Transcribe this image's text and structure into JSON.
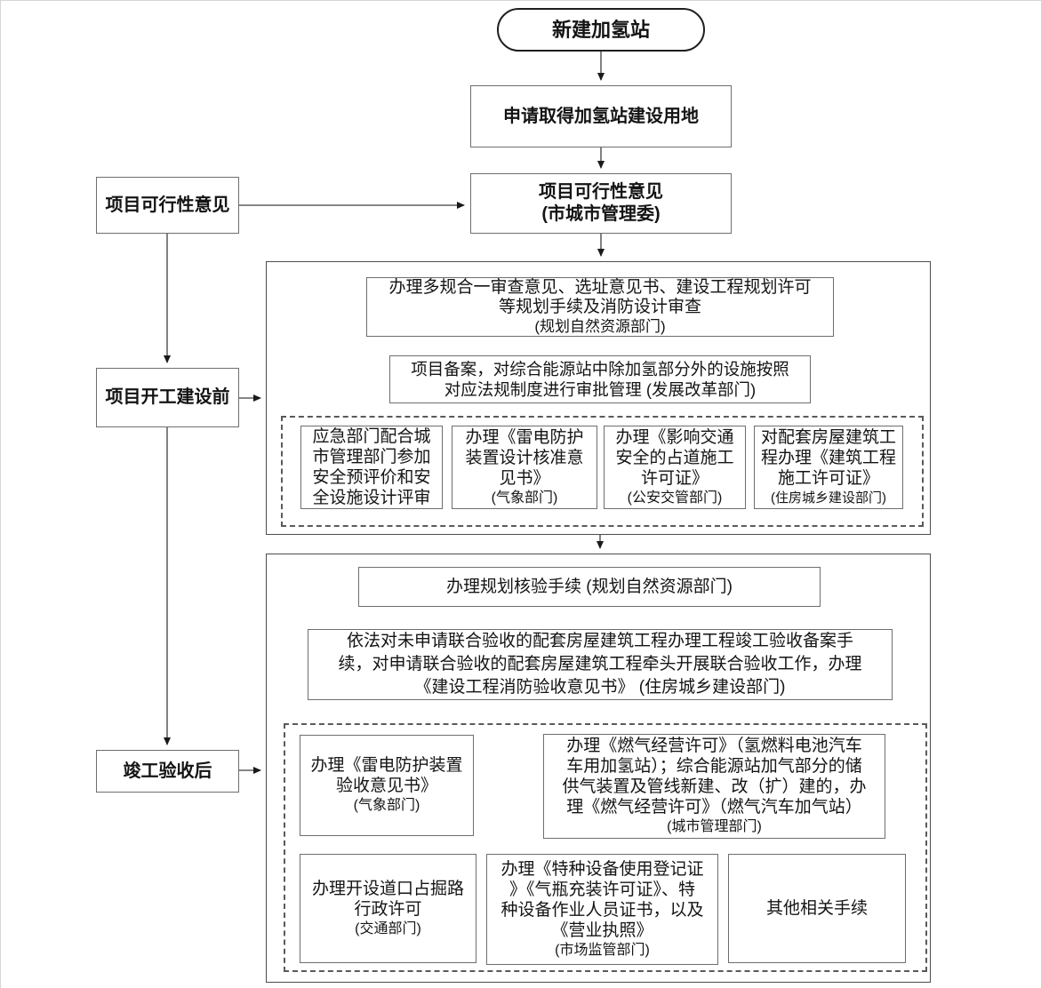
{
  "diagram": {
    "start": "新建加氢站",
    "top": {
      "land": "申请取得加氢站建设用地",
      "feasibility": "项目可行性意见\n(市城市管理委)"
    },
    "left": {
      "feasibility": "项目可行性意见",
      "before": "项目开工建设前",
      "after": "竣工验收后"
    },
    "stage1": {
      "planning": "办理多规合一审查意见、选址意见书、建设工程规划许可\n等规划手续及消防设计审查",
      "planning_dept": "(规划自然资源部门)",
      "filing": "项目备案，对综合能源站中除加氢部分外的设施按照\n对应法规制度进行审批管理 (发展改革部门)",
      "boxes": [
        {
          "text": "应急部门配合城\n市管理部门参加\n安全预评价和安\n全设施设计评审",
          "dept": ""
        },
        {
          "text": "办理《雷电防护\n装置设计核准意\n见书》",
          "dept": "(气象部门)"
        },
        {
          "text": "办理《影响交通\n安全的占道施工\n许可证》",
          "dept": "(公安交管部门)"
        },
        {
          "text": "对配套房屋建筑工\n程办理《建筑工程\n施工许可证》",
          "dept": "(住房城乡建设部门)"
        }
      ]
    },
    "stage2": {
      "verify": "办理规划核验手续 (规划自然资源部门)",
      "acceptance": "依法对未申请联合验收的配套房屋建筑工程办理工程竣工验收备案手\n续，对申请联合验收的配套房屋建筑工程牵头开展联合验收工作，办理\n《建设工程消防验收意见书》 (住房城乡建设部门)",
      "boxes": [
        {
          "text": "办理《雷电防护装置\n验收意见书》",
          "dept": "(气象部门)"
        },
        {
          "text": "办理《燃气经营许可》（氢燃料电池汽车\n车用加氢站）；综合能源站加气部分的储\n供气装置及管线新建、改（扩）建的，办\n理《燃气经营许可》（燃气汽车加气站）",
          "dept": "(城市管理部门)"
        },
        {
          "text": "办理开设道口占掘路\n行政许可",
          "dept": "(交通部门)"
        },
        {
          "text": "办理《特种设备使用登记证\n》《气瓶充装许可证》、特\n种设备作业人员证书，以及\n《营业执照》",
          "dept": "(市场监管部门)"
        },
        {
          "text": "其他相关手续",
          "dept": ""
        }
      ]
    },
    "colors": {
      "line": "#3f3f3f",
      "border": "#6e6e6e",
      "text": "#141414"
    }
  }
}
